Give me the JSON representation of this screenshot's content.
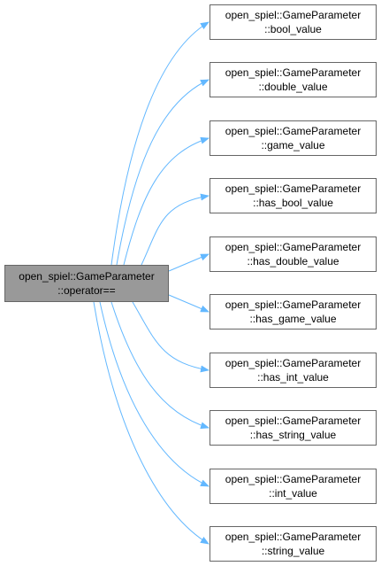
{
  "colors": {
    "edge": "#63b8ff",
    "node_border": "#666666",
    "source_fill": "#999999",
    "target_fill": "#ffffff"
  },
  "source": {
    "line1": "open_spiel::GameParameter",
    "line2": "::operator=="
  },
  "targets": [
    {
      "line1": "open_spiel::GameParameter",
      "line2": "::bool_value"
    },
    {
      "line1": "open_spiel::GameParameter",
      "line2": "::double_value"
    },
    {
      "line1": "open_spiel::GameParameter",
      "line2": "::game_value"
    },
    {
      "line1": "open_spiel::GameParameter",
      "line2": "::has_bool_value"
    },
    {
      "line1": "open_spiel::GameParameter",
      "line2": "::has_double_value"
    },
    {
      "line1": "open_spiel::GameParameter",
      "line2": "::has_game_value"
    },
    {
      "line1": "open_spiel::GameParameter",
      "line2": "::has_int_value"
    },
    {
      "line1": "open_spiel::GameParameter",
      "line2": "::has_string_value"
    },
    {
      "line1": "open_spiel::GameParameter",
      "line2": "::int_value"
    },
    {
      "line1": "open_spiel::GameParameter",
      "line2": "::string_value"
    }
  ]
}
